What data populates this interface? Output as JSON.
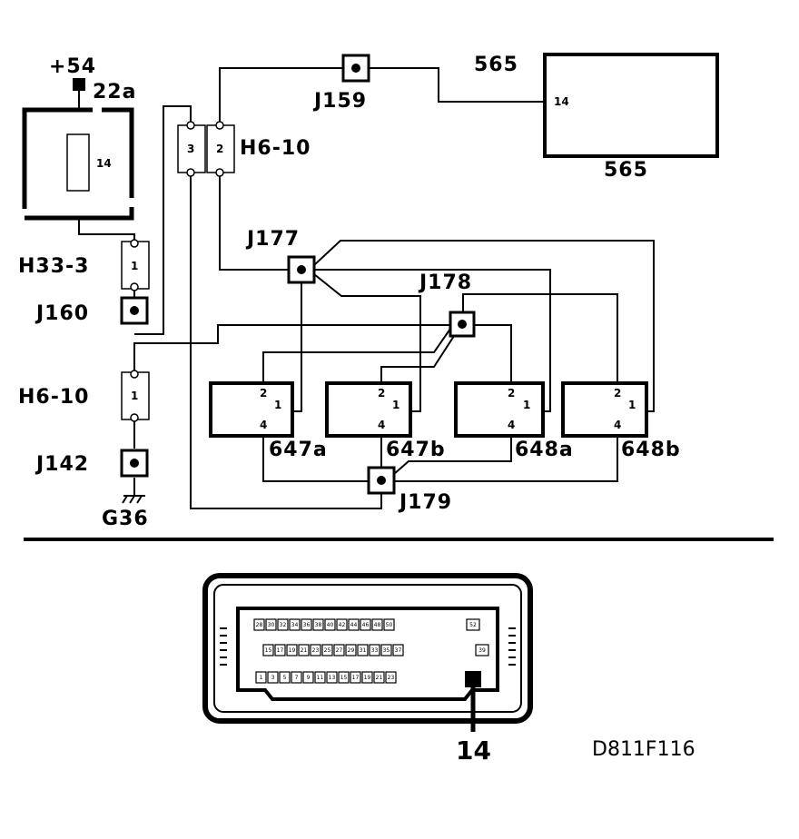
{
  "labels": {
    "supply_plus54": "+54",
    "supply_22a": "22a",
    "fuse_pin": "14",
    "h33_3": "H33-3",
    "h33_3_pin": "1",
    "j160": "J160",
    "h6_10_top": "H6-10",
    "h6_10_top_pin_left": "3",
    "h6_10_top_pin_right": "2",
    "j159": "J159",
    "unit_565_top": "565",
    "unit_565_pin": "14",
    "unit_565_bottom": "565",
    "j177": "J177",
    "j178": "J178",
    "h6_10_left": "H6-10",
    "h6_10_left_pin": "1",
    "j142": "J142",
    "g36": "G36",
    "j179": "J179",
    "diagram_code": "D811F116",
    "connector_pin_callout": "14"
  },
  "components": [
    {
      "name": "647a",
      "pin_top": "2",
      "pin_mid": "1",
      "pin_bottom": "4"
    },
    {
      "name": "647b",
      "pin_top": "2",
      "pin_mid": "1",
      "pin_bottom": "4"
    },
    {
      "name": "648a",
      "pin_top": "2",
      "pin_mid": "1",
      "pin_bottom": "4"
    },
    {
      "name": "648b",
      "pin_top": "2",
      "pin_mid": "1",
      "pin_bottom": "4"
    }
  ],
  "connector_rows": {
    "row1": [
      "28",
      "30",
      "32",
      "34",
      "36",
      "38",
      "40",
      "42",
      "44",
      "46",
      "48",
      "50"
    ],
    "row1_right": "52",
    "row2": [
      "15",
      "17",
      "19",
      "21",
      "23",
      "25",
      "27",
      "29",
      "31",
      "33",
      "35",
      "37"
    ],
    "row2_right": "39",
    "row3": [
      "1",
      "3",
      "5",
      "7",
      "9",
      "11",
      "13",
      "15",
      "17",
      "19",
      "21",
      "23"
    ]
  }
}
